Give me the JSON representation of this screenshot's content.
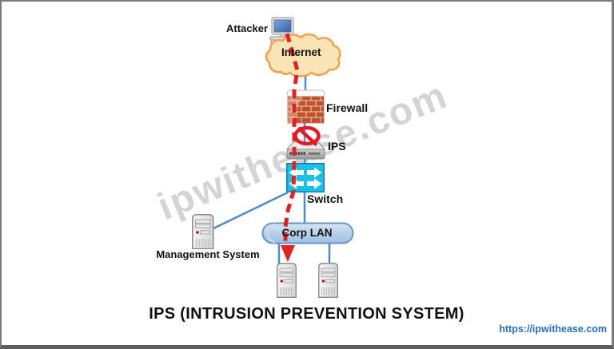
{
  "title": "IPS (INTRUSION PREVENTION SYSTEM)",
  "watermark": "ipwithease.com",
  "footer_url": "https://ipwithease.com",
  "nodes": {
    "attacker": {
      "label": "Attacker",
      "icon": "desktop-computer-icon"
    },
    "internet": {
      "label": "Internet",
      "icon": "cloud-icon"
    },
    "firewall": {
      "label": "Firewall",
      "icon": "brick-wall-icon"
    },
    "ips": {
      "label": "IPS",
      "icon": "network-appliance-icon"
    },
    "switch": {
      "label": "Switch",
      "icon": "switch-arrows-icon"
    },
    "corp_lan": {
      "label": "Corp LAN",
      "icon": "lan-cylinder-icon"
    },
    "management": {
      "label": "Management System",
      "icon": "server-tower-icon"
    },
    "host1": {
      "label": "",
      "icon": "server-tower-icon"
    },
    "host2": {
      "label": "",
      "icon": "server-tower-icon"
    }
  },
  "annotations": {
    "blocked_symbol": "prohibition-sign",
    "attack_path": "red-dashed-arrow from Attacker through Internet, Firewall, IPS, Switch into Corp LAN host"
  },
  "colors": {
    "attack_red": "#E02222",
    "prohibition_red": "#E01B24",
    "link_blue": "#4E8BC8",
    "cloud_fill": "#FAE3B4",
    "cloud_stroke": "#F0A24E",
    "brick": "#C1502C",
    "mortar": "#EDD0B5",
    "switch_cyan": "#19C1E9",
    "switch_border": "#0E7FA6",
    "cylinder_fill": "#B7D0EA",
    "cylinder_stroke": "#6B94C4",
    "url_blue": "#2770B4",
    "frame_gray": "#5E5E5E",
    "watermark_gray": "#BDBDBD"
  }
}
